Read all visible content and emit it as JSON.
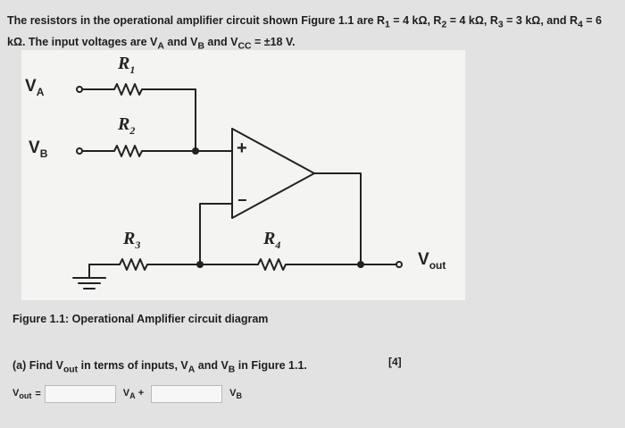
{
  "problem": {
    "prefix": "The resistors in the operational amplifier circuit shown Figure 1.1 are R",
    "r1_sub": "1",
    "r1_val": " = 4 kΩ, R",
    "r2_sub": "2",
    "r2_val": " = 4 kΩ, R",
    "r3_sub": "3",
    "r3_val": " = 3 kΩ, and R",
    "r4_sub": "4",
    "r4_val": " = 6 kΩ. The input voltages are V",
    "va_sub": "A",
    "and_text": " and V",
    "vb_sub": "B",
    "vcc_text": " and V",
    "vcc_sub": "CC",
    "vcc_val": " = ±18 V."
  },
  "diagram": {
    "r1": "R",
    "r1_sub": "1",
    "r2": "R",
    "r2_sub": "2",
    "r3": "R",
    "r3_sub": "3",
    "r4": "R",
    "r4_sub": "4",
    "va": "V",
    "va_sub": "A",
    "vb": "V",
    "vb_sub": "B",
    "vout": "V",
    "vout_sub": "out",
    "plus": "+",
    "minus": "−"
  },
  "caption": "Figure 1.1: Operational Amplifier circuit diagram",
  "question": {
    "text1": "(a) Find V",
    "text1_sub": "out",
    "text2": " in terms of inputs, V",
    "text2_sub": "A",
    "text3": " and V",
    "text3_sub": "B",
    "text4": " in Figure 1.1.",
    "marks": "[4]"
  },
  "answer": {
    "vout_label": "V",
    "vout_sub": "out",
    "equals": "=",
    "coef_a_value": "",
    "va_term": "V",
    "va_sub": "A",
    "plus": "+",
    "coef_b_value": "",
    "vb_term": "V",
    "vb_sub": "B"
  }
}
